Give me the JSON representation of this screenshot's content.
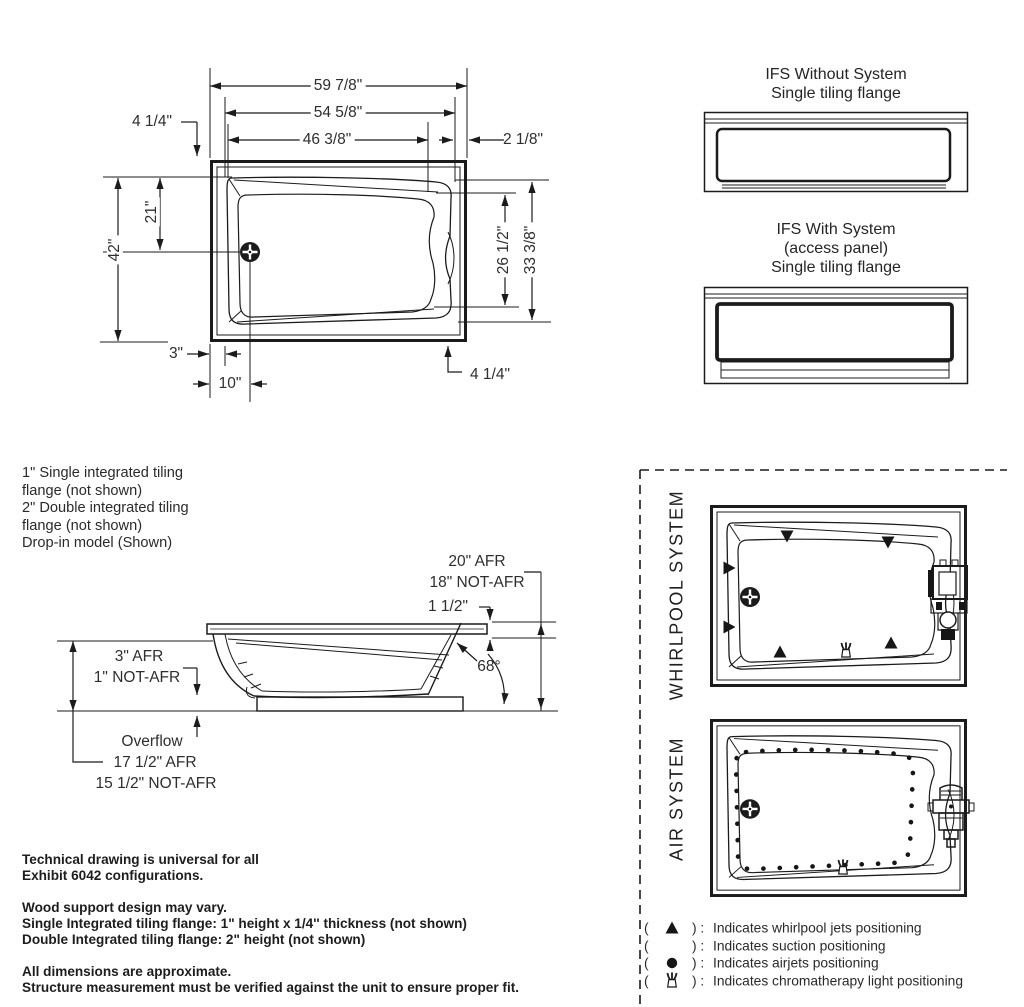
{
  "top_view": {
    "labels": {
      "overall_width": "59 7/8\"",
      "rim_width": "54 5/8\"",
      "basin_width": "46 3/8\"",
      "top_left_offset": "4 1/4\"",
      "top_right_offset": "2 1/8\"",
      "overall_depth": "42\"",
      "drain_depth": "21\"",
      "basin_depth": "26 1/2\"",
      "rim_depth": "33 3/8\"",
      "left_edge": "3\"",
      "drain_from_left": "10\"",
      "bottom_right_offset": "4 1/4\""
    }
  },
  "ifs_views": {
    "without_system": {
      "line1": "IFS Without System",
      "line2": "Single tiling flange"
    },
    "with_system": {
      "line1": "IFS With System",
      "line2": "(access panel)",
      "line3": "Single tiling flange"
    }
  },
  "model_notes": {
    "line1": "1\" Single integrated tiling",
    "line2": "flange (not shown)",
    "line3": "2\" Double integrated tiling",
    "line4": "flange (not shown)",
    "line5": "Drop-in model (Shown)"
  },
  "side_view": {
    "labels": {
      "height_afr": "20\" AFR",
      "height_not_afr": "18\" NOT-AFR",
      "deck_thickness": "1 1/2\"",
      "backrest_angle": "68°",
      "base_afr": "3\" AFR",
      "base_not_afr": "1\" NOT-AFR",
      "overflow": "Overflow",
      "overflow_afr": "17 1/2\" AFR",
      "overflow_not_afr": "15 1/2\" NOT-AFR"
    }
  },
  "systems_panel": {
    "whirlpool_title": "WHIRLPOOL SYSTEM",
    "air_title": "AIR SYSTEM",
    "legend": {
      "open": "(",
      "close": ") :",
      "items": [
        {
          "icon": "whirlpool-jet-icon",
          "text": "Indicates whirlpool jets positioning"
        },
        {
          "icon": "suction-icon",
          "text": "Indicates suction positioning"
        },
        {
          "icon": "airjet-icon",
          "text": "Indicates airjets positioning"
        },
        {
          "icon": "chromatherapy-icon",
          "text": "Indicates chromatherapy light positioning"
        }
      ]
    }
  },
  "footer_notes": {
    "line1": "Technical drawing is universal for all",
    "line2": "Exhibit 6042 configurations.",
    "line3": "Wood support design may vary.",
    "line4": "Single Integrated tiling flange: 1\" height x 1/4'' thickness (not shown)",
    "line5": "Double Integrated tiling flange: 2\" height (not shown)",
    "line6": "All dimensions are approximate.",
    "line7": "Structure measurement must be verified against the unit to ensure proper fit."
  },
  "colors": {
    "line": "#1b1b1b",
    "text": "#2e2e2e",
    "background": "#ffffff"
  }
}
